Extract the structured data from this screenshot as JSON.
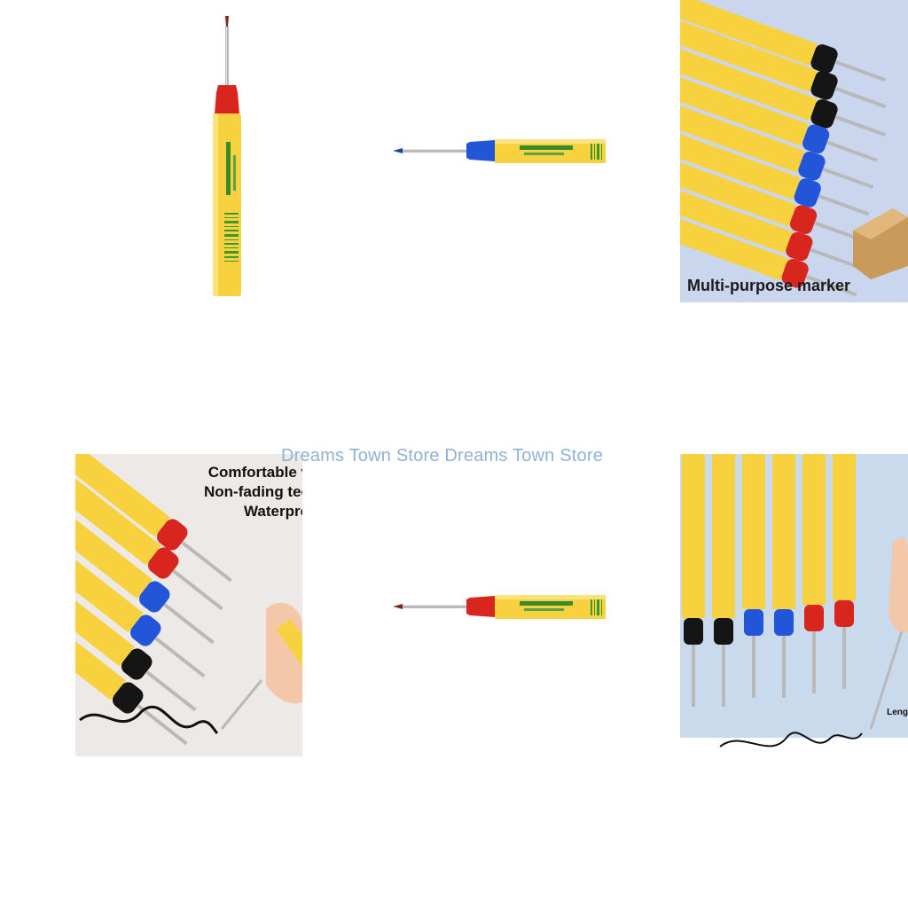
{
  "gallery": {
    "watermark": "Dreams Town Store Dreams Town Store",
    "tile3_caption": "Multi-purpose marker",
    "tile4_features": [
      "Comfortable v",
      "Non-fading tec",
      "Waterpro"
    ],
    "tile6_label": "Leng"
  },
  "colors": {
    "barrel": "#f7d23e",
    "red_cap": "#d8261f",
    "blue_cap": "#2255d8",
    "black_cap": "#151515",
    "watermark": "#8fb3d6"
  }
}
